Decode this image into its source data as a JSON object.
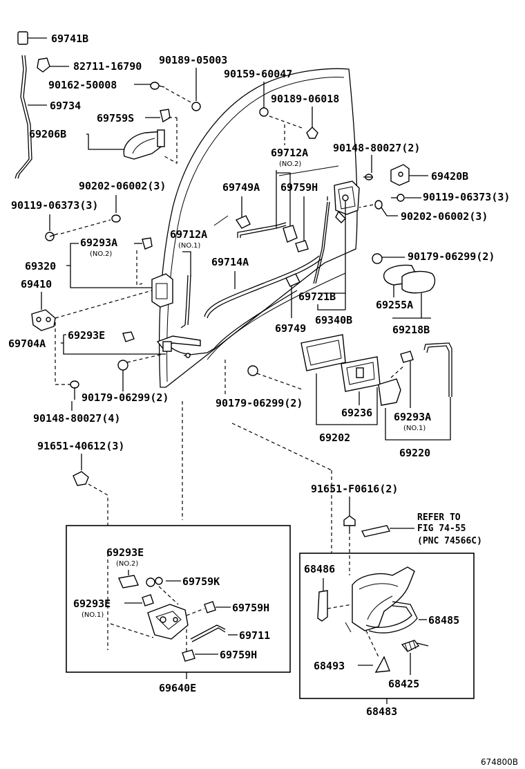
{
  "labels": {
    "p69741B": "69741B",
    "p82711": "82711-16790",
    "p90189a": "90189-05003",
    "p90162": "90162-50008",
    "p69734": "69734",
    "p69759S": "69759S",
    "p69206B": "69206B",
    "p90159": "90159-60047",
    "p90189b": "90189-06018",
    "p69712A_a": "69712A",
    "p69712A_a_sub": "(NO.2)",
    "p90148a": "90148-80027(2)",
    "p69420B": "69420B",
    "p90202a": "90202-06002(3)",
    "p69749A": "69749A",
    "p69759H_a": "69759H",
    "p90119a": "90119-06373(3)",
    "p90119b": "90119-06373(3)",
    "p90202b": "90202-06002(3)",
    "p69712A_b": "69712A",
    "p69712A_b_sub": "(NO.1)",
    "p69293A_a": "69293A",
    "p69293A_a_sub": "(NO.2)",
    "p90179a": "90179-06299(2)",
    "p69320": "69320",
    "p69714A": "69714A",
    "p69410": "69410",
    "p69721B": "69721B",
    "p69255A": "69255A",
    "p69749": "69749",
    "p69340B": "69340B",
    "p69218B": "69218B",
    "p69293E_a": "69293E",
    "p69704A": "69704A",
    "p90179b": "90179-06299(2)",
    "p90179c": "90179-06299(2)",
    "p69236": "69236",
    "p69293A_b": "69293A",
    "p69293A_b_sub": "(NO.1)",
    "p90148b": "90148-80027(4)",
    "p69202": "69202",
    "p69220": "69220",
    "p91651a": "91651-40612(3)",
    "p91651b": "91651-F0616(2)",
    "refer1": "REFER TO",
    "refer2": "FIG 74-55",
    "refer3": "(PNC 74566C)",
    "p69293E_b": "69293E",
    "p69293E_b_sub": "(NO.2)",
    "p69759K": "69759K",
    "p68486": "68486",
    "p69293E_c": "69293E",
    "p69293E_c_sub": "(NO.1)",
    "p69759H_b": "69759H",
    "p68485": "68485",
    "p69711": "69711",
    "p69759H_c": "69759H",
    "p68493": "68493",
    "p68425": "68425",
    "p69640E": "69640E",
    "p68483": "68483",
    "figcode": "674800B"
  }
}
